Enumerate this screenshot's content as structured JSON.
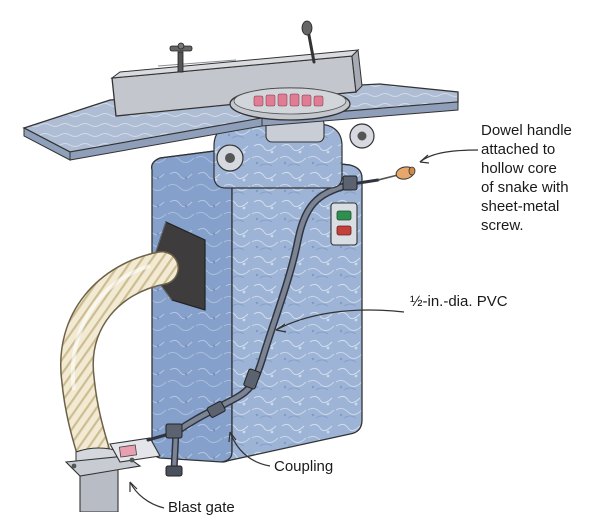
{
  "labels": {
    "dowel_handle": "Dowel handle\nattached to\nhollow core\nof snake with\nsheet-metal\nscrew.",
    "pvc": "½-in.-dia. PVC",
    "coupling": "Coupling",
    "blast_gate": "Blast gate"
  },
  "colors": {
    "cabinet": "#9db4d6",
    "cabinet_dark": "#7e98c4",
    "table": "#a9b8cf",
    "fence": "#b8bcc4",
    "hose": "#efe6cf",
    "hose_shade": "#c9b98f",
    "pvc": "#5b6270",
    "hood": "#3e3c3c",
    "pad": "#e8a0b0",
    "switch_green": "#2f8f4e",
    "switch_red": "#c2413b",
    "ink": "#333333"
  }
}
